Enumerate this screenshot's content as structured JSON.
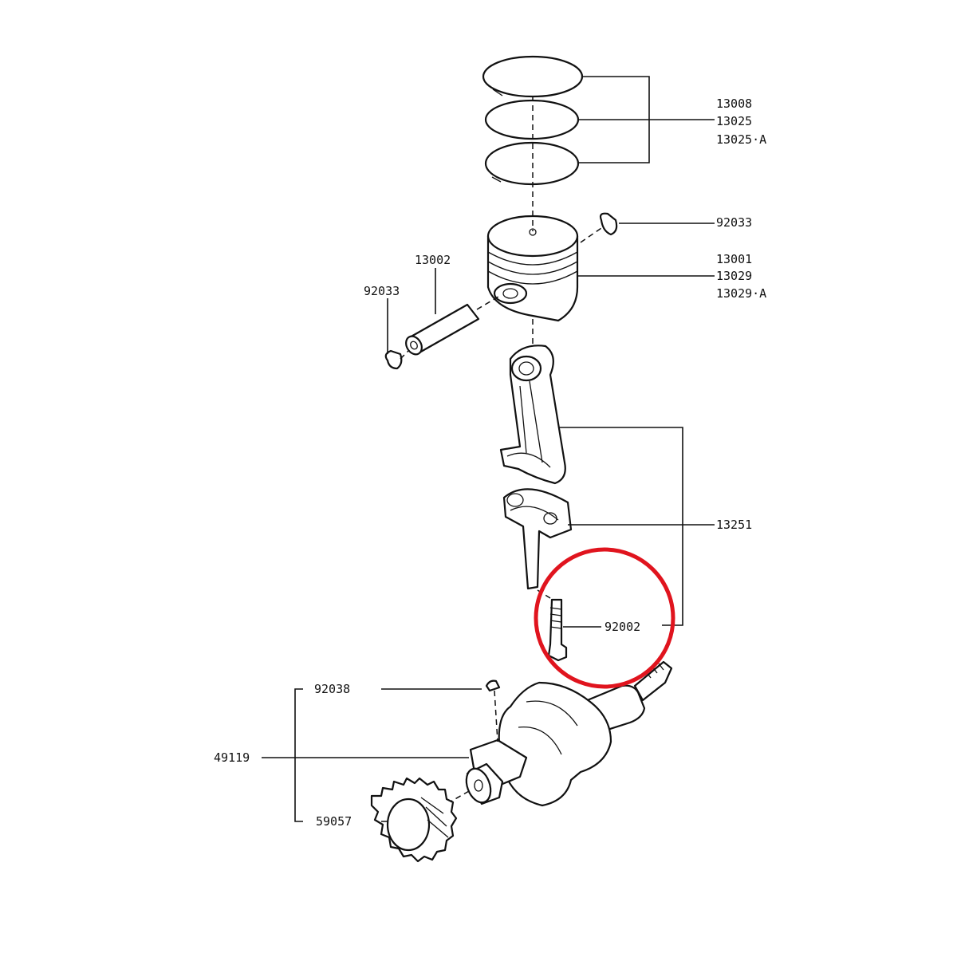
{
  "labels": {
    "ring_a": "13008",
    "ring_b": "13025",
    "ring_c": "13025·A",
    "clip_top": "92033",
    "piston_a": "13001",
    "piston_b": "13029",
    "piston_c": "13029·A",
    "pin": "13002",
    "clip_left": "92033",
    "rod_assy": "13251",
    "bolt": "92002",
    "key": "92038",
    "crank": "49119",
    "gear": "59057"
  },
  "colors": {
    "highlight_circle": "#e0141e",
    "ink": "#111111",
    "background": "#ffffff"
  }
}
